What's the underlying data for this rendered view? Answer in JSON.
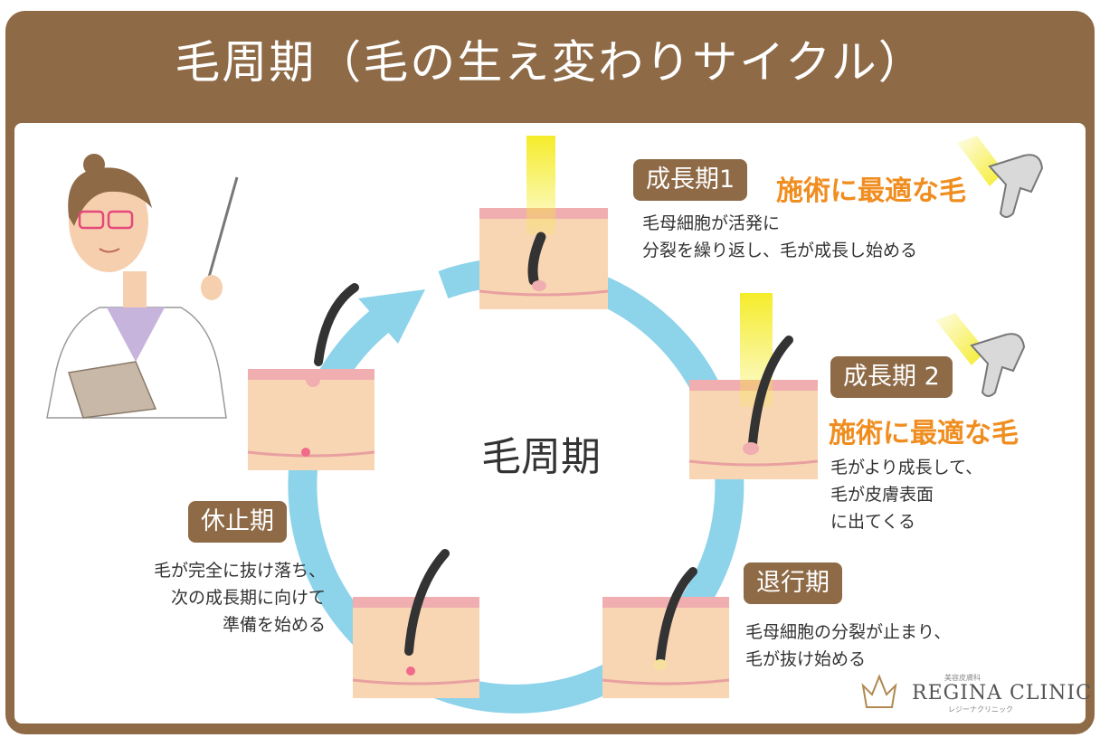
{
  "title": "毛周期（毛の生え変わりサイクル）",
  "center_label": "毛周期",
  "phases": {
    "growth1": {
      "label": "成長期1",
      "highlight": "施術に最適な毛",
      "desc": [
        "毛母細胞が活発に",
        "分裂を繰り返し、毛が成長し始める"
      ]
    },
    "growth2": {
      "label": "成長期 2",
      "highlight": "施術に最適な毛",
      "desc": [
        "毛がより成長して、",
        "毛が皮膚表面",
        "に出てくる"
      ]
    },
    "regression": {
      "label": "退行期",
      "desc": [
        "毛母細胞の分裂が止まり、",
        "毛が抜け始める"
      ]
    },
    "resting": {
      "label": "休止期",
      "desc": [
        "毛が完全に抜け落ち、",
        "次の成長期に向けて",
        "準備を始める"
      ]
    }
  },
  "logo": {
    "sub": "美容皮膚科",
    "name": "REGINA CLINIC",
    "kana": "レジーナクリニック"
  },
  "colors": {
    "frame": "#8e6a46",
    "highlight": "#f08d1f",
    "cycle_arrow": "#8dd3ea",
    "skin": "#f8d6b4",
    "light_beam": "#f5ec2a"
  },
  "icons": [
    "doctor-illustration",
    "pointer-stick-icon",
    "clipboard-icon",
    "laser-device-icon",
    "hair-follicle-icon",
    "cycle-arrow-icon",
    "crown-logo-icon"
  ]
}
